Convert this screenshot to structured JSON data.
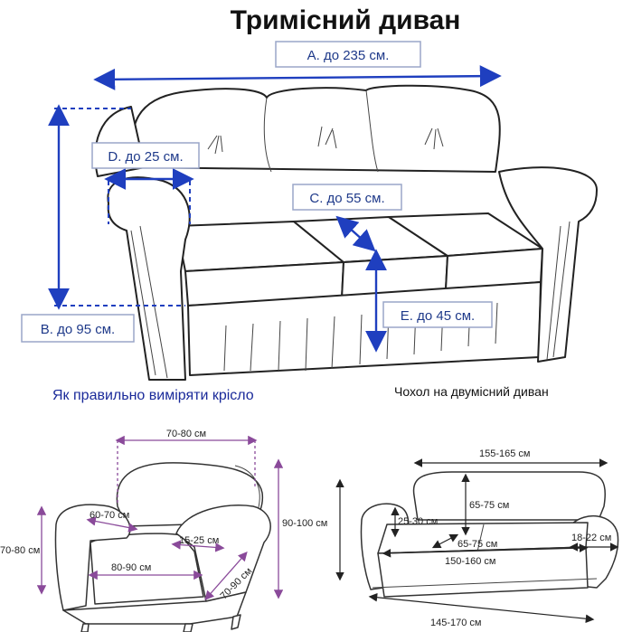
{
  "title": "Тримісний диван",
  "labels": {
    "a": "A. до 235 см.",
    "b": "B. до 95 см.",
    "c": "C. до 55 см.",
    "d": "D. до 25 см.",
    "e": "E. до 45 см."
  },
  "caption_left": "Як правильно виміряти крісло",
  "caption_right": "Чохол на двумісний диван",
  "chair_dims": {
    "width": "70-80 см",
    "height": "90-100 см",
    "arm_height": "70-80 см",
    "back_depth": "60-70 см",
    "arm_width": "15-25 см",
    "seat_width": "80-90 см",
    "seat_depth": "70-90 см"
  },
  "sofa_dims": {
    "top_width": "155-165 см",
    "back_height": "65-75 см",
    "arm_height": "25-30 см",
    "seat_depth": "65-75 см",
    "seat_width": "150-160 см",
    "arm_width": "18-22 см",
    "total_width": "145-170 см"
  },
  "colors": {
    "accent": "#1f3fbf",
    "label_text": "#1f3a8a",
    "caption": "#1a2a9a",
    "chair_dims": "#8a4a9a"
  }
}
